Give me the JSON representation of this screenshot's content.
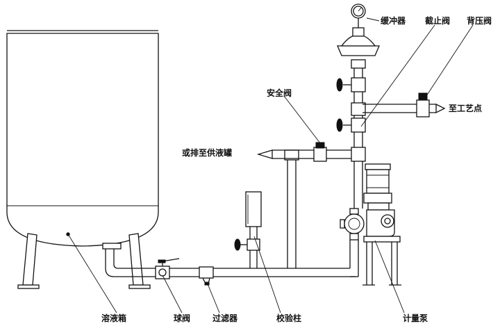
{
  "labels": {
    "buffer": "缓冲器",
    "stop_valve": "截止阀",
    "back_pressure_valve": "背压阀",
    "to_process_point": "至工艺点",
    "safety_valve": "安全阀",
    "return_to_tank": "或排至供液罐",
    "solution_tank": "溶液箱",
    "ball_valve": "球阀",
    "filter": "过滤器",
    "calibration_column": "校验柱",
    "metering_pump": "计量泵"
  }
}
